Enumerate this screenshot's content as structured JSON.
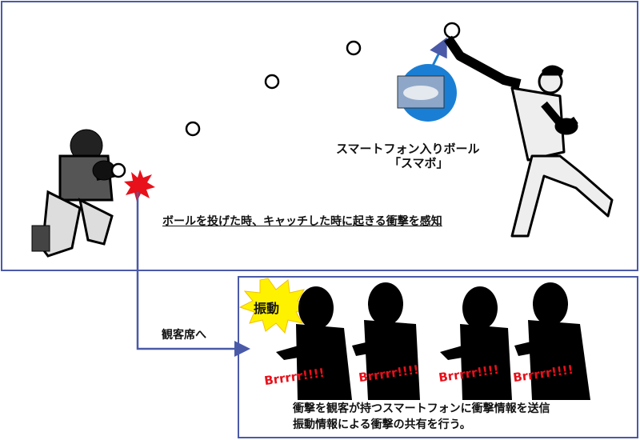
{
  "top_panel": {
    "ball_label_line1": "スマートフォン入りボール",
    "ball_label_line2": "「スマボ」",
    "sensing_caption": "ボールを投げた時、キャッチした時に起きる衝撃を感知"
  },
  "connector": {
    "label": "観客席へ"
  },
  "bottom_panel": {
    "burst_label": "振動",
    "spectator_sounds": [
      "Brrrrr!!!!",
      "Brrrrr!!!!",
      "Brrrrr!!!!",
      "Brrrrr!!!!"
    ],
    "caption_line1": "衝撃を観客が持つスマートフォンに衝撃情報を送信",
    "caption_line2": "振動情報による衝撃の共有を行う。"
  },
  "colors": {
    "border": "#4a5aa8",
    "arrow": "#4a5aa8",
    "impact": "#e8101a",
    "burst": "#fff200",
    "sound_text": "#e8101a",
    "phone_circle": "#1a7fd4"
  }
}
